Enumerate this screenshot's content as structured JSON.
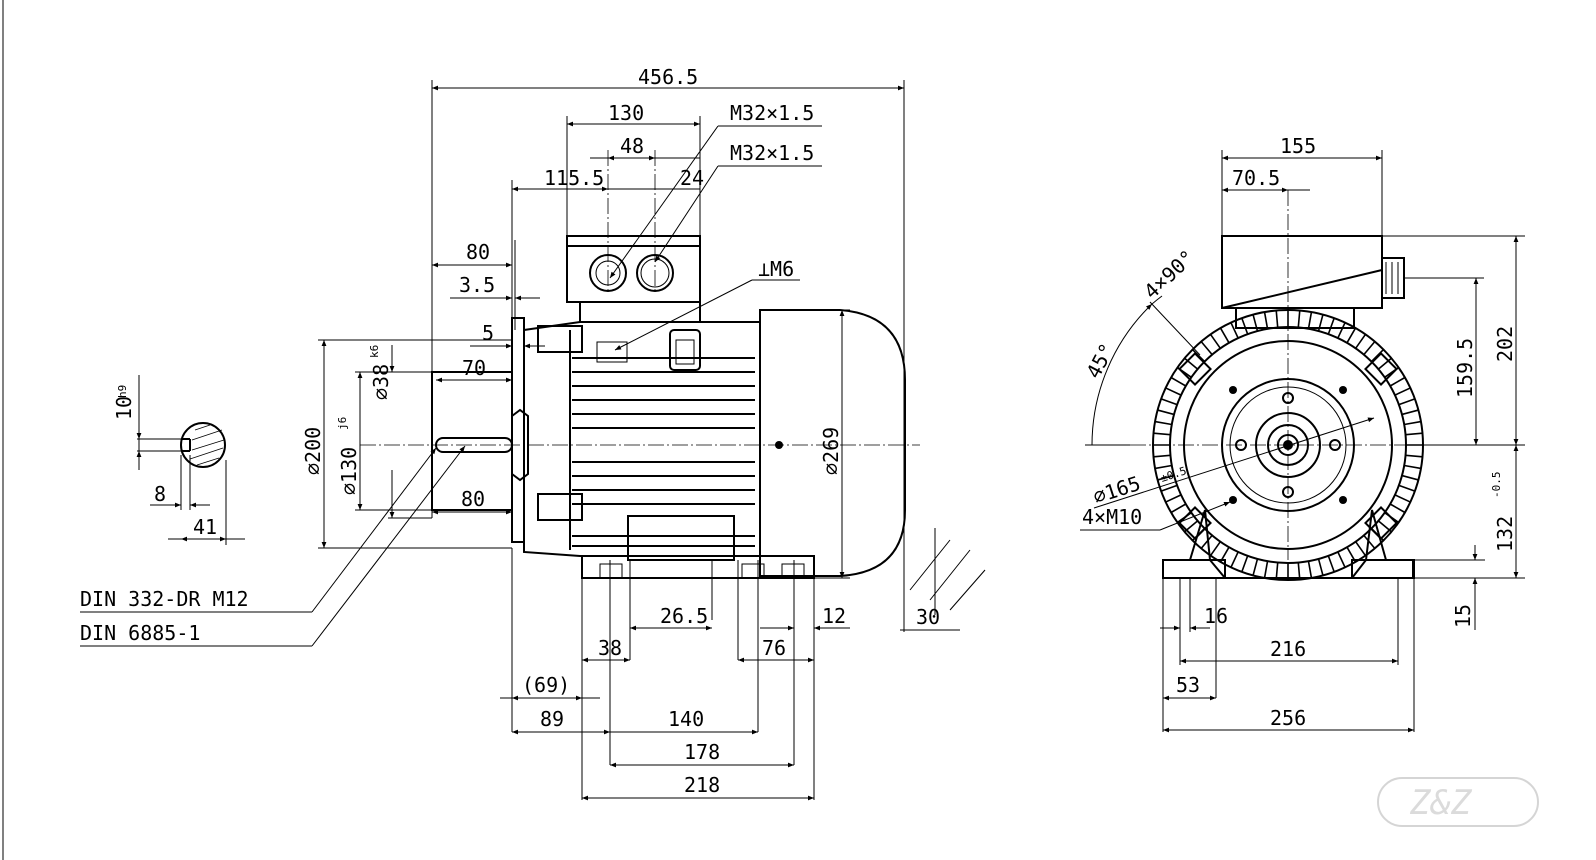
{
  "side_view": {
    "overall_length": "456.5",
    "terminal_box_width": "130",
    "gland_spacing": "48",
    "dim_115_5": "115.5",
    "dim_24": "24",
    "gland_thread_1": "M32×1.5",
    "gland_thread_2": "M32×1.5",
    "shaft_length": "80",
    "dim_3_5": "3.5",
    "dim_5": "5",
    "key_length": "70",
    "key_to_end": "80",
    "shaft_diameter": "⌀38",
    "shaft_tolerance": "k6",
    "spigot_diameter": "⌀130",
    "spigot_tolerance": "j6",
    "flange_diameter": "⌀200",
    "body_diameter": "⌀269",
    "earth_symbol": "⊥M6",
    "dim_26_5": "26.5",
    "dim_12": "12",
    "dim_38": "38",
    "dim_76": "76",
    "dim_30": "30",
    "dim_69": "(69)",
    "dim_89": "89",
    "dim_140": "140",
    "dim_178": "178",
    "dim_218": "218"
  },
  "shaft_section": {
    "key_width": "10",
    "key_tolerance": "h9",
    "dim_8": "8",
    "dim_41": "41"
  },
  "notes": {
    "center_thread": "DIN 332-DR M12",
    "key_standard": "DIN 6885-1"
  },
  "end_view": {
    "box_width": "155",
    "box_offset": "70.5",
    "box_height": "159.5",
    "total_height": "202",
    "shaft_height": "132",
    "shaft_height_tol": "-0.5",
    "foot_height": "15",
    "angle_45": "45°",
    "angle_4x90": "4×90°",
    "pcd": "⌀165",
    "pcd_tol": "±0.5",
    "holes": "4×M10",
    "dim_16": "16",
    "dim_216": "216",
    "dim_53": "53",
    "dim_256": "256"
  },
  "logo": {
    "text": "Z&Z"
  }
}
